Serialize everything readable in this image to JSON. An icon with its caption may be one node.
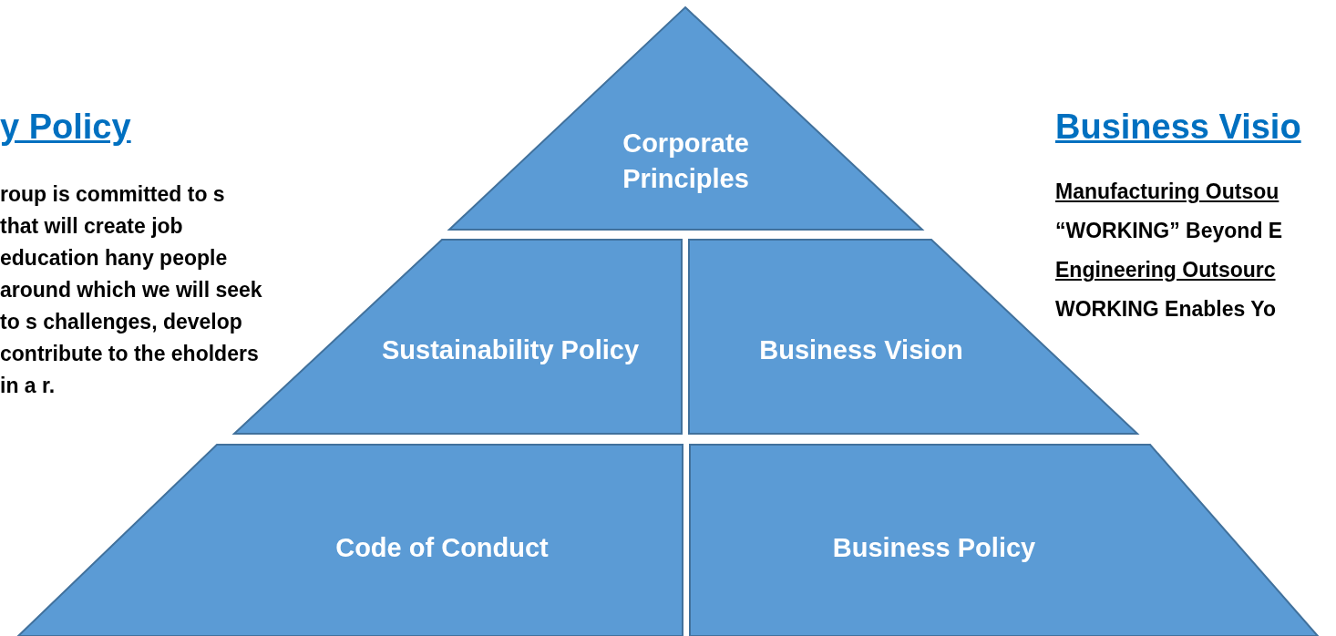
{
  "diagram": {
    "nodes": [
      {
        "text": [
          "Corporate Principles"
        ]
      },
      {
        "text": [
          "Sustainability Policy"
        ]
      },
      {
        "text": [
          "Business Vision"
        ]
      },
      {
        "text": [
          "Code of Conduct"
        ]
      },
      {
        "text": [
          "Business Policy"
        ]
      }
    ],
    "labels": [
      "y Policy",
      "roup is committed to s that will create job education hany people around which we will seek to s challenges, develop contribute to the eholders in a r.",
      "Business Visio",
      "Manufacturing Outsou",
      "“WORKING” Beyond E",
      "Engineering Outsourc",
      "WORKING Enables Yo"
    ]
  }
}
